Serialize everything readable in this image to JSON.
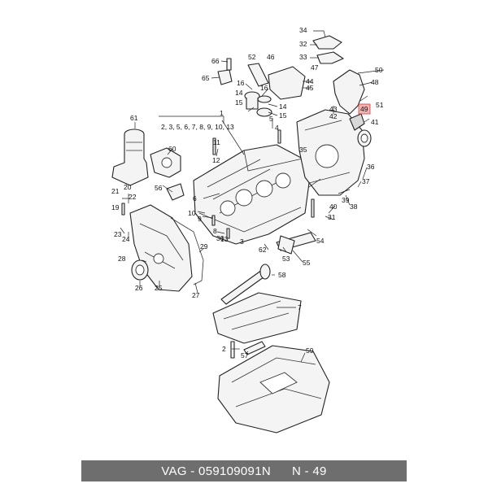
{
  "callouts": {
    "c1": "1",
    "c1list": "2, 3, 5, 6, 7, 8, 9, 10, 13",
    "c2": "2",
    "c3": "3",
    "c4": "4",
    "c5": "5",
    "c6": "6",
    "c7": "7",
    "c8": "8",
    "c9": "9",
    "c10": "10",
    "c11": "11",
    "c12": "12",
    "c13": "13",
    "c14a": "14",
    "c14b": "14",
    "c15a": "15",
    "c15b": "15",
    "c16a": "16",
    "c16b": "16",
    "c19": "19",
    "c20": "20",
    "c21": "21",
    "c22": "22",
    "c23": "23",
    "c24": "24",
    "c25": "25",
    "c26": "26",
    "c27": "27",
    "c28": "28",
    "c29": "29",
    "c30": "30",
    "c31": "31",
    "c32": "32",
    "c33": "33",
    "c34": "34",
    "c35": "35",
    "c36": "36",
    "c37": "37",
    "c38": "38",
    "c39": "39",
    "c40": "40",
    "c41": "41",
    "c42": "42",
    "c43": "43",
    "c44": "44",
    "c45": "45",
    "c46": "46",
    "c47": "47",
    "c48": "48",
    "c49": "49",
    "c50": "50",
    "c51": "51",
    "c52": "52",
    "c53": "53",
    "c54": "54",
    "c55": "55",
    "c56": "56",
    "c57": "57",
    "c58": "58",
    "c59": "59",
    "c60": "60",
    "c61": "61",
    "c62": "62",
    "c65": "65",
    "c66": "66"
  },
  "highlight": {
    "number": "49",
    "color": "#f2b3b3",
    "border": "#d04040"
  },
  "footer": {
    "part_number": "VAG - 059109091N",
    "position": "N - 49",
    "background": "#6e6e6e"
  }
}
